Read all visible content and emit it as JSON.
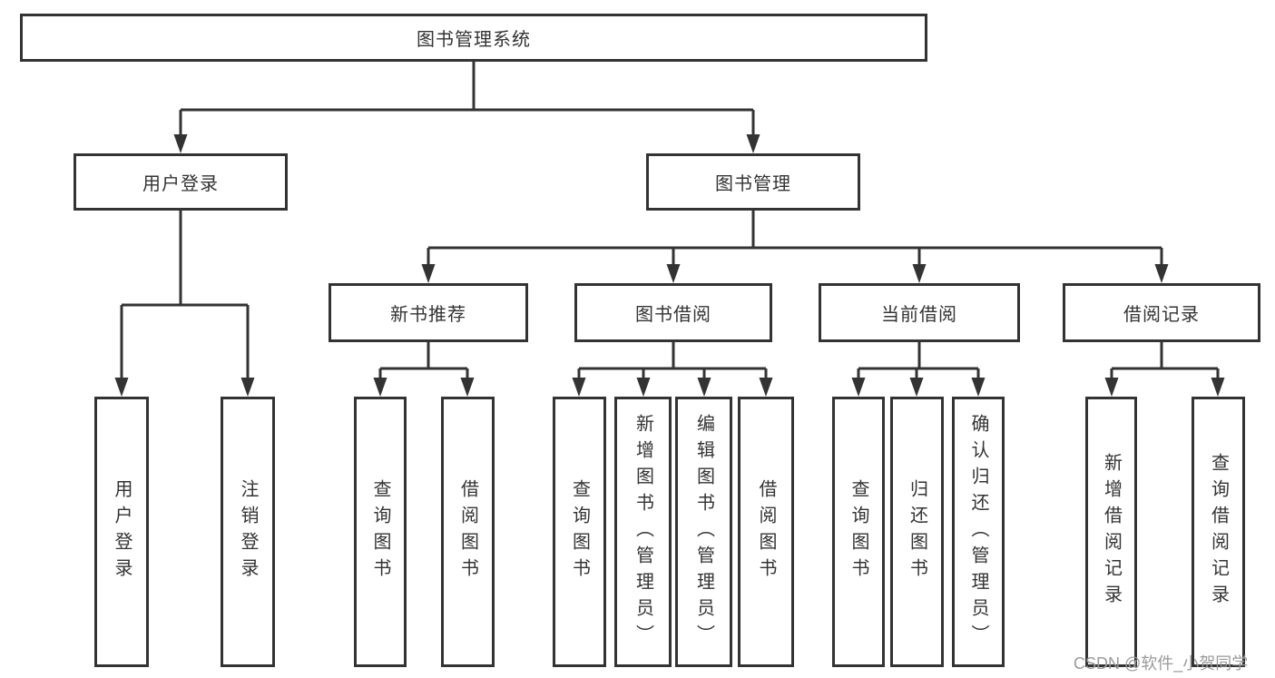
{
  "root": {
    "label": "图书管理系统"
  },
  "level2": {
    "user_login": "用户登录",
    "book_mgmt": "图书管理"
  },
  "level3": {
    "new_book": "新书推荐",
    "borrow": "图书借阅",
    "current": "当前借阅",
    "records": "借阅记录"
  },
  "leaves": {
    "user_login": "用户登录",
    "logout": "注销登录",
    "nb_query": "查询图书",
    "nb_borrow": "借阅图书",
    "bb_query": "查询图书",
    "bb_add": "新增图书（管理员）",
    "bb_edit": "编辑图书（管理员）",
    "bb_borrow": "借阅图书",
    "cb_query": "查询图书",
    "cb_return": "归还图书",
    "cb_confirm": "确认归还（管理员）",
    "br_add": "新增借阅记录",
    "br_query": "查询借阅记录"
  },
  "watermark": "CSDN @软件_小贺同学",
  "colors": {
    "line": "#333333",
    "text": "#333333",
    "watermark": "#9a9a9a",
    "background": "#ffffff"
  }
}
